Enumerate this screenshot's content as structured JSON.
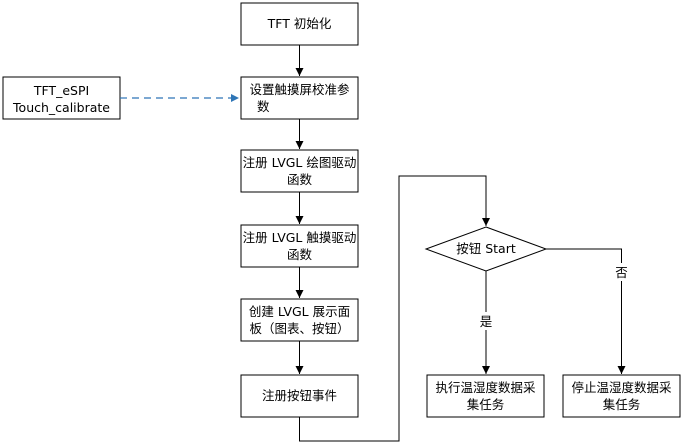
{
  "nodes": {
    "tft_init": "TFT 初始化",
    "touch_calib_lib_1": "TFT_eSPI",
    "touch_calib_lib_2": "Touch_calibrate",
    "set_touch_params_1": "设置触摸屏校准参",
    "set_touch_params_2": "数",
    "reg_draw_1": "注册 LVGL 绘图驱动",
    "reg_draw_2": "函数",
    "reg_touch_1": "注册 LVGL 触摸驱动",
    "reg_touch_2": "函数",
    "create_panel_1": "创建  LVGL 展示面",
    "create_panel_2": "板（图表、按钮）",
    "reg_button_event": "注册按钮事件",
    "decision_start": "按钮 Start",
    "run_task_1": "执行温湿度数据采",
    "run_task_2": "集任务",
    "stop_task_1": "停止温湿度数据采",
    "stop_task_2": "集任务"
  },
  "edge_labels": {
    "yes": "是",
    "no": "否"
  },
  "colors": {
    "line": "#000000",
    "dashed_arrow": "#2e75b6"
  }
}
